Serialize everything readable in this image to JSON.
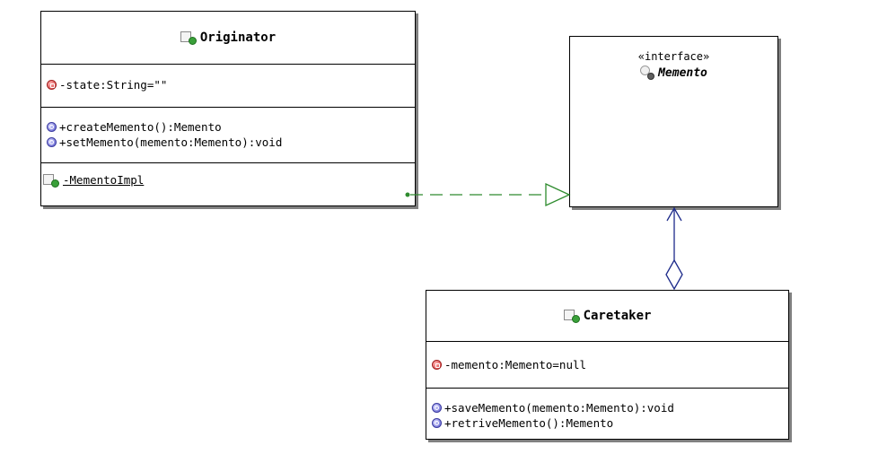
{
  "originator": {
    "name": "Originator",
    "attributes": [
      "-state:String=\"\""
    ],
    "operations": [
      "+createMemento():Memento",
      "+setMemento(memento:Memento):void"
    ],
    "inner": "-MementoImpl"
  },
  "memento": {
    "stereotype": "«interface»",
    "name": "Memento"
  },
  "caretaker": {
    "name": "Caretaker",
    "attributes": [
      "-memento:Memento=null"
    ],
    "operations": [
      "+saveMemento(memento:Memento):void",
      "+retriveMemento():Memento"
    ]
  },
  "colors": {
    "realization": "#2e8b2e",
    "aggregation": "#1c2a8a",
    "attribute_icon": "#d23c3c",
    "operation_icon": "#5a5acc",
    "class_badge": "#3aa03a"
  },
  "icons": {
    "class": "class-icon",
    "interface": "interface-icon",
    "attribute": "private-field-icon",
    "operation": "public-method-icon",
    "inner_class": "inner-class-icon"
  }
}
